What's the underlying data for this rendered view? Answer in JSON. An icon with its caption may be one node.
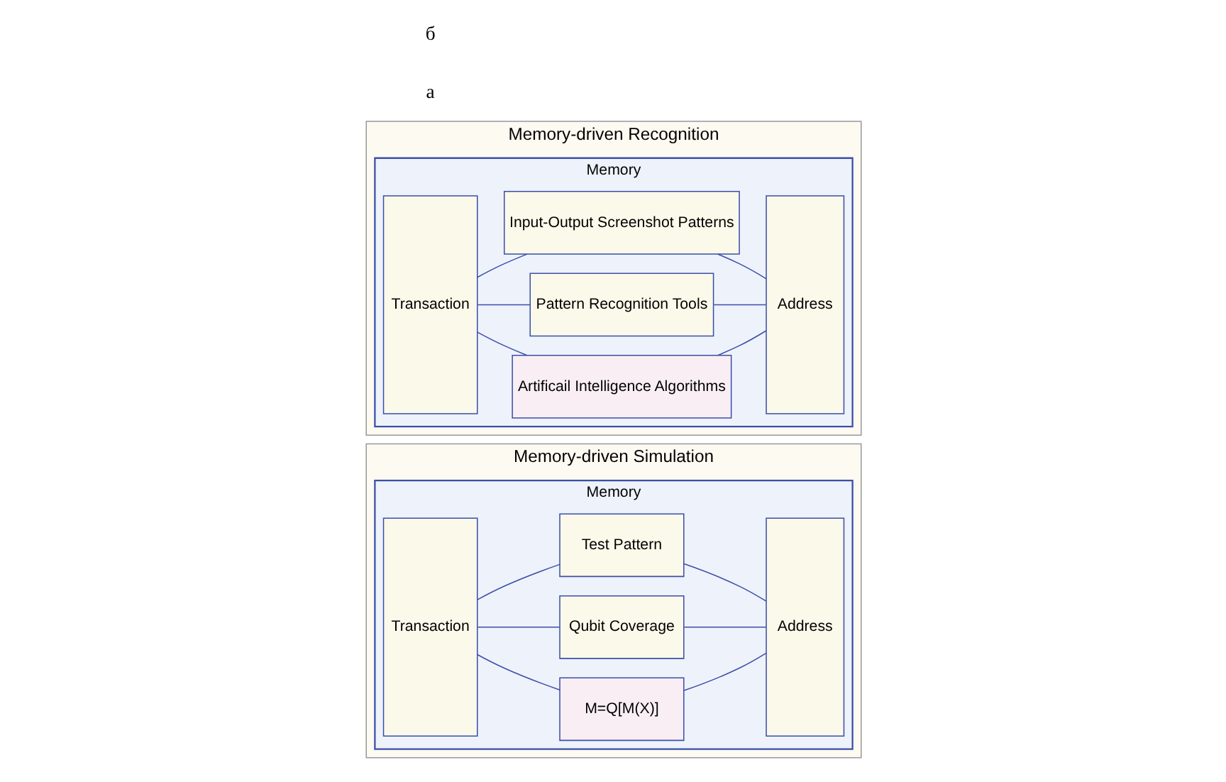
{
  "diagram": {
    "nodes": [
      {
        "text": [
          "Memory-driven Simulation"
        ]
      },
      {
        "text": [
          "Memory"
        ],
        "in": 0
      },
      {
        "text": [
          "Transaction"
        ],
        "in": 1
      },
      {
        "text": [
          "M=Q[M(X)]"
        ],
        "in": 1
      },
      {
        "text": [
          "Qubit Coverage"
        ],
        "in": 1
      },
      {
        "text": [
          "Test Pattern"
        ],
        "in": 1
      },
      {
        "text": [
          "Address"
        ],
        "in": 1
      },
      {
        "text": [
          "Memory-driven Recognition"
        ]
      },
      {
        "text": [
          "Memory"
        ],
        "in": 7
      },
      {
        "text": [
          "Transaction"
        ],
        "in": 8
      },
      {
        "text": [
          "Artificail Intelligence Algorithms"
        ],
        "in": 8
      },
      {
        "text": [
          "Pattern Recognition Tools"
        ],
        "in": 8
      },
      {
        "text": [
          "Input-Output Screenshot Patterns"
        ],
        "in": 8
      },
      {
        "text": [
          "Address"
        ],
        "in": 8
      }
    ],
    "edges": [
      {
        "from": 2,
        "to": 3,
        "arrow": "none"
      },
      {
        "from": 2,
        "to": 4,
        "arrow": "none"
      },
      {
        "from": 2,
        "to": 5,
        "arrow": "none"
      },
      {
        "from": 3,
        "to": 6,
        "arrow": "none"
      },
      {
        "from": 4,
        "to": 6,
        "arrow": "none"
      },
      {
        "from": 5,
        "to": 6,
        "arrow": "none"
      },
      {
        "from": 9,
        "to": 10,
        "arrow": "none"
      },
      {
        "from": 9,
        "to": 11,
        "arrow": "none"
      },
      {
        "from": 9,
        "to": 12,
        "arrow": "none"
      },
      {
        "from": 10,
        "to": 13,
        "arrow": "none"
      },
      {
        "from": 11,
        "to": 13,
        "arrow": "none"
      },
      {
        "from": 12,
        "to": 13,
        "arrow": "none"
      }
    ],
    "labels": [
      "а",
      "б"
    ]
  }
}
